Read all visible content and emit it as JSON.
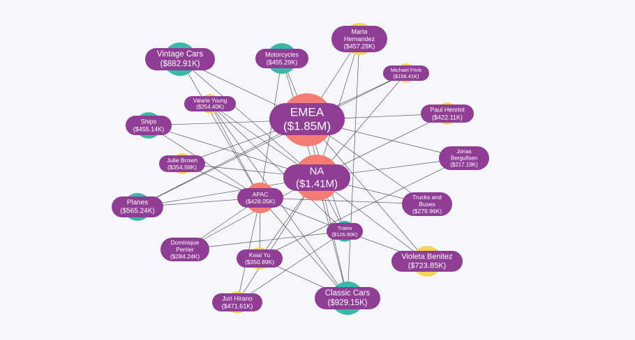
{
  "colors": {
    "region": "#f47c73",
    "category": "#3ab9a8",
    "person": "#f2d65a",
    "label_bg": "#8f3d95",
    "label_text": "#ffffff",
    "edge": "#3a3a3a",
    "background": "#f6f7fb"
  },
  "nodes": [
    {
      "id": "emea",
      "kind": "region",
      "lines": [
        "EMEA",
        "($1.85M)"
      ]
    },
    {
      "id": "na",
      "kind": "region",
      "lines": [
        "NA",
        "($1.41M)"
      ]
    },
    {
      "id": "apac",
      "kind": "region",
      "lines": [
        "APAC",
        "($428.05K)"
      ]
    },
    {
      "id": "vintage",
      "kind": "category",
      "lines": [
        "Vintage Cars",
        "($882.91K)"
      ]
    },
    {
      "id": "motorcycles",
      "kind": "category",
      "lines": [
        "Motorcycles",
        "($455.29K)"
      ]
    },
    {
      "id": "ships",
      "kind": "category",
      "lines": [
        "Ships",
        "($455.14K)"
      ]
    },
    {
      "id": "planes",
      "kind": "category",
      "lines": [
        "Planes",
        "($565.24K)"
      ]
    },
    {
      "id": "trucks",
      "kind": "category",
      "lines": [
        "Trucks and",
        "Buses",
        "($279.96K)"
      ]
    },
    {
      "id": "trains",
      "kind": "category",
      "lines": [
        "Trains",
        "($126.90K)"
      ]
    },
    {
      "id": "classic",
      "kind": "category",
      "lines": [
        "Classic Cars",
        "($929.15K)"
      ]
    },
    {
      "id": "marta",
      "kind": "person",
      "lines": [
        "Marta",
        "Hernandez",
        "($457.29K)"
      ]
    },
    {
      "id": "michael",
      "kind": "person",
      "lines": [
        "Michael Frick",
        "($158.41K)"
      ]
    },
    {
      "id": "paul",
      "kind": "person",
      "lines": [
        "Paul Henriot",
        "($422.11K)"
      ]
    },
    {
      "id": "jonas",
      "kind": "person",
      "lines": [
        "Jonas",
        "Bergulfsen",
        "($217.19K)"
      ]
    },
    {
      "id": "violeta",
      "kind": "person",
      "lines": [
        "Violeta Benitez",
        "($723.85K)"
      ]
    },
    {
      "id": "valarie",
      "kind": "person",
      "lines": [
        "Valarie Young",
        "($254.40K)"
      ]
    },
    {
      "id": "julie",
      "kind": "person",
      "lines": [
        "Julie Brown",
        "($354.59K)"
      ]
    },
    {
      "id": "dominique",
      "kind": "person",
      "lines": [
        "Dominique",
        "Perrier",
        "($284.24K)"
      ]
    },
    {
      "id": "kwai",
      "kind": "person",
      "lines": [
        "Kwai Yu",
        "($350.89K)"
      ]
    },
    {
      "id": "juri",
      "kind": "person",
      "lines": [
        "Juri Hirano",
        "($471.61K)"
      ]
    }
  ],
  "edges": [
    [
      "emea",
      "marta"
    ],
    [
      "emea",
      "michael"
    ],
    [
      "emea",
      "paul"
    ],
    [
      "emea",
      "jonas"
    ],
    [
      "emea",
      "violeta"
    ],
    [
      "emea",
      "vintage"
    ],
    [
      "emea",
      "motorcycles"
    ],
    [
      "emea",
      "ships"
    ],
    [
      "emea",
      "planes"
    ],
    [
      "emea",
      "trucks"
    ],
    [
      "emea",
      "trains"
    ],
    [
      "emea",
      "classic"
    ],
    [
      "emea",
      "julie"
    ],
    [
      "na",
      "valarie"
    ],
    [
      "na",
      "julie"
    ],
    [
      "na",
      "dominique"
    ],
    [
      "na",
      "kwai"
    ],
    [
      "na",
      "juri"
    ],
    [
      "na",
      "violeta"
    ],
    [
      "na",
      "vintage"
    ],
    [
      "na",
      "motorcycles"
    ],
    [
      "na",
      "ships"
    ],
    [
      "na",
      "planes"
    ],
    [
      "na",
      "trucks"
    ],
    [
      "na",
      "trains"
    ],
    [
      "na",
      "classic"
    ],
    [
      "na",
      "marta"
    ],
    [
      "na",
      "michael"
    ],
    [
      "na",
      "paul"
    ],
    [
      "na",
      "jonas"
    ],
    [
      "apac",
      "vintage"
    ],
    [
      "apac",
      "motorcycles"
    ],
    [
      "apac",
      "ships"
    ],
    [
      "apac",
      "planes"
    ],
    [
      "apac",
      "trucks"
    ],
    [
      "apac",
      "trains"
    ],
    [
      "apac",
      "classic"
    ],
    [
      "apac",
      "juri"
    ],
    [
      "apac",
      "kwai"
    ],
    [
      "apac",
      "valarie"
    ],
    [
      "apac",
      "dominique"
    ],
    [
      "apac",
      "julie"
    ],
    [
      "valarie",
      "trains"
    ],
    [
      "valarie",
      "classic"
    ],
    [
      "juri",
      "trains"
    ],
    [
      "kwai",
      "classic"
    ],
    [
      "dominique",
      "trains"
    ],
    [
      "marta",
      "classic"
    ],
    [
      "michael",
      "planes"
    ],
    [
      "jonas",
      "kwai"
    ],
    [
      "trains",
      "violeta"
    ]
  ]
}
